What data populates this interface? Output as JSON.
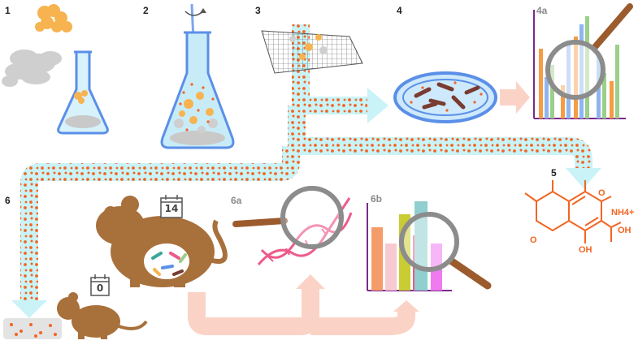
{
  "steps": {
    "s1": "1",
    "s2": "2",
    "s3": "3",
    "s4": "4",
    "s4a": "4a",
    "s5": "5",
    "s6": "6",
    "s6a": "6a",
    "s6b": "6b"
  },
  "calendars": {
    "day0": "0",
    "day14": "14"
  },
  "molecule": {
    "nh4": "NH4+",
    "oh1": "OH",
    "oh2": "OH",
    "oxo": "O",
    "ring_o": "O"
  },
  "colors": {
    "stream": "#c9f3f7",
    "dots": "#f26522",
    "flask": "#5b8fe8",
    "rodent": "#a8703b",
    "magnifier_rim": "#8c8c8c",
    "handle": "#9c5b2c",
    "arrow_pink": "#fbd3c6",
    "chart_axis": "#7b2a8c",
    "chemical": "#f26522",
    "dna": "#ee5a8a"
  },
  "icons": [
    "flask-icon",
    "rotating-flask-icon",
    "sieve-grid-icon",
    "petri-dish-icon",
    "magnifier-icon",
    "rodent-icon",
    "calendar-icon",
    "dna-icon",
    "chemical-structure-icon"
  ]
}
